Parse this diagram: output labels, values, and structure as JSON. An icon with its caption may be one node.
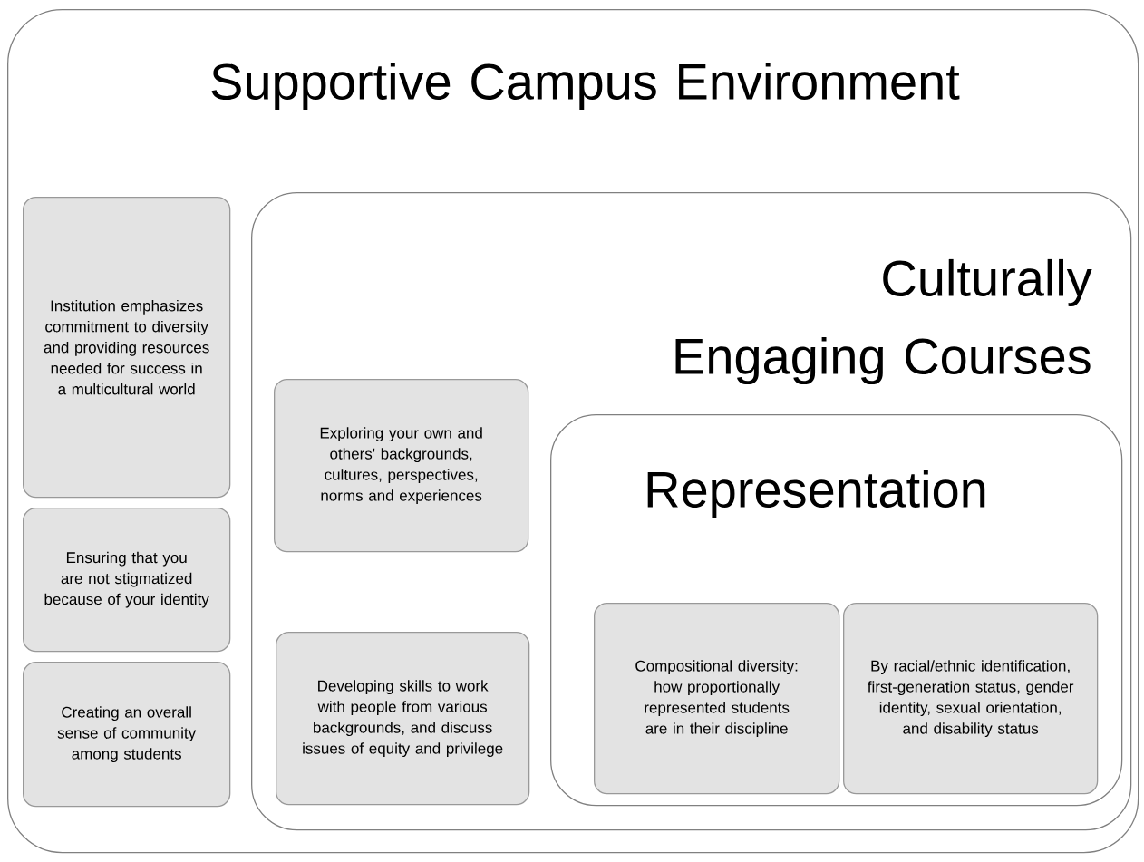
{
  "diagram": {
    "nodes": [
      {
        "text": [
          "Supportive Campus Environment"
        ]
      },
      {
        "text": [
          "Institution emphasizes commitment to diversity and providing resources needed for success in a multicultural world"
        ],
        "in": 0
      },
      {
        "text": [
          "Ensuring that you are not stigmatized because of your identity"
        ],
        "in": 0
      },
      {
        "text": [
          "Creating an overall sense of community among students"
        ],
        "in": 0
      },
      {
        "text": [
          "Culturally Engaging Courses"
        ],
        "in": 0
      },
      {
        "text": [
          "Exploring your own and others' backgrounds, cultures, perspectives, norms and experiences"
        ],
        "in": 4
      },
      {
        "text": [
          "Developing skills to work with people from various backgrounds, and discuss issues of equity and privilege"
        ],
        "in": 4
      },
      {
        "text": [
          "Representation"
        ],
        "in": 4
      },
      {
        "text": [
          "Compositional diversity: how proportionally represented students are in their discipline"
        ],
        "in": 7
      },
      {
        "text": [
          "By racial/ethnic identification, first-generation status, gender identity, sexual orientation, and disability status"
        ],
        "in": 7
      }
    ]
  }
}
